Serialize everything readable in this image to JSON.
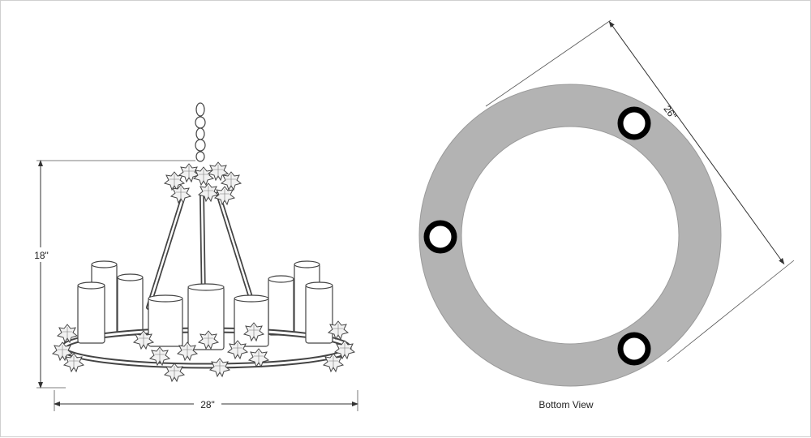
{
  "side_view": {
    "height_label": "18\"",
    "width_label": "28\""
  },
  "bottom_view": {
    "diameter_label": "26\"",
    "caption": "Bottom View",
    "ring_color": "#b3b3b3",
    "hole_count": 3
  },
  "colors": {
    "line": "#333333",
    "candle_fill": "#ffffff",
    "leaf_fill": "#f2f2f2"
  }
}
